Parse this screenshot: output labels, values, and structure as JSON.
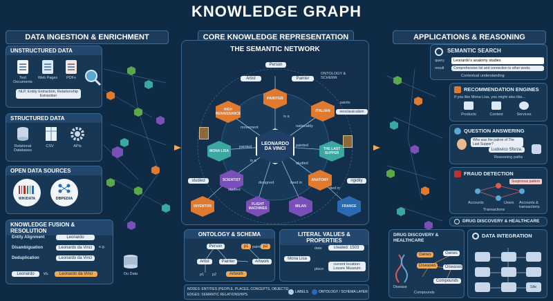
{
  "title": "KNOWLEDGE GRAPH",
  "left": {
    "header": "DATA INGESTION & ENRICHMENT",
    "unstructured": {
      "title": "UNSTRUCTURED DATA",
      "items": [
        "Text Documents",
        "Web Pages",
        "PDFs"
      ],
      "note": "NLP, Entity Extraction, Relationship Extraction"
    },
    "structured": {
      "title": "STRUCTURED DATA",
      "items": [
        "Relational Databases",
        "CSV",
        "APIs"
      ]
    },
    "open": {
      "title": "OPEN DATA SOURCES",
      "items": [
        "WIKIDATA",
        "DBPEDIA"
      ]
    },
    "fusion": {
      "title": "KNOWLEDGE FUSION & RESOLUTION",
      "rows": [
        {
          "label": "Entity Alignment",
          "value": "Leonardo"
        },
        {
          "label": "Disambiguation",
          "value": "Leonardo da Vinci"
        },
        {
          "label": "Deduplication",
          "value": "Leonardo da Vinci"
        }
      ],
      "eg": "e.g.",
      "from": "Leonardo",
      "vs": "vs.",
      "to": "Leonardo da Vinci",
      "oudata": "Ou Data"
    }
  },
  "center": {
    "header": "CORE KNOWLEDGE REPRESENTATION",
    "subtitle": "THE SEMANTIC NETWORK",
    "schema_label": "ONTOLOGY & SCHEMA",
    "schema_nodes": [
      "Person",
      "Artist",
      "Painter"
    ],
    "hub": "LEONARDO DA VINCI",
    "nodes": [
      "PAINTER",
      "HIGH RENAISSANCE",
      "ITALIAN",
      "MONA LISA",
      "THE LAST SUPPER",
      "SCIENTIST",
      "ANATOMY",
      "INVENTOR",
      "FLIGHT MACHINES",
      "MILAN",
      "FRANCE"
    ],
    "edge_labels": [
      "painted",
      "painted",
      "is a",
      "is a",
      "movement",
      "nationality",
      "studied",
      "studied",
      "designed",
      "lived in",
      "died in"
    ],
    "literals": [
      "paints",
      "neoclassicalism",
      "studied",
      "rigidity"
    ],
    "ontology": {
      "title": "ONTOLOGY & SCHEMA",
      "nodes": [
        "Person",
        "Artist",
        "Painter",
        "p1",
        "p2",
        "paints",
        "Artwork",
        "Artwork",
        "p1",
        "p2"
      ]
    },
    "literal": {
      "title": "LITERAL VALUES & PROPERTIES",
      "subject": "Mona Lisa",
      "date_label": "date",
      "date_value": "created: 1503",
      "place_label": "place",
      "place_value": "current location: Louvre Museum"
    },
    "legend": {
      "nodes": "NODES: ENTITIES (PEOPLE, PLACES, CONCEPTS, OBJECTS)",
      "edges": "EDGES: SEMANTIC RELATIONSHIPS",
      "labels": "LABELS",
      "layer": "ONTOLOGY / SCHEMA LAYER"
    }
  },
  "right": {
    "header": "APPLICATIONS & REASONING",
    "search": {
      "title": "SEMANTIC SEARCH",
      "query_label": "query",
      "query": "Leonardo's anatomy studies",
      "result_label": "result",
      "result": "Comprehensive list and connection to other works",
      "context": "Contextual understanding"
    },
    "rec": {
      "title": "RECOMMENDATION ENGINES",
      "text": "If you like Mona Lisa, you might also like...",
      "items": [
        "Products",
        "Content",
        "Services"
      ]
    },
    "qa": {
      "title": "QUESTION ANSWERING",
      "question": "Who was the patron of The Last Supper?",
      "answer": "Ludovico Sforza.",
      "path": "Reasoning paths"
    },
    "fraud": {
      "title": "FRAUD DETECTION",
      "alert": "Suspicious pattern",
      "nodes": [
        "Accounts",
        "Users",
        "Accounts & transactions",
        "Transactions"
      ]
    },
    "drug_bar": "DRUG DISCOVERY & HEALTHCARE",
    "drug": {
      "title": "DRUG DISCOVERY & HEALTHCARE",
      "nodes": [
        "Genes",
        "Genes",
        "Diseases",
        "Diseases",
        "Compounds",
        "Compounds",
        "Disease"
      ]
    },
    "integration": {
      "title": "DATA INTEGRATION",
      "db": "Sile"
    }
  },
  "colors": {
    "background": "#0f2a44",
    "orange": "#e07a2e",
    "purple": "#7a4fb8",
    "green": "#5aa84a",
    "teal": "#3aa8a0"
  }
}
